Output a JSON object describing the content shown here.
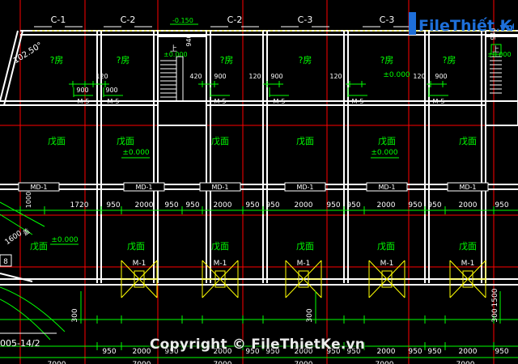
{
  "drawing": {
    "window_labels": [
      "C-1",
      "C-2",
      "C-2",
      "C-3",
      "C-3"
    ],
    "elev_top": "-0.150",
    "dim_940": "940",
    "up_mark": "上",
    "elev_left_stair": "±0.000",
    "dim_102": "102.50°",
    "room_label": "?房",
    "elev_room": "±0.000",
    "dim_120": "120",
    "dim_900": "900",
    "dim_420": "420",
    "door_m5": "M-5",
    "floor_label": "戊面",
    "elev_floor": "±0.000",
    "door_md1": "MD-1",
    "dim_1000": "1000",
    "dim_1720": "1720",
    "dim_950": "950",
    "dim_2000": "2000",
    "dim_1600": "1600",
    "dim_1600_suffix": "盖",
    "door_m1": "M-1",
    "dim_300": "300",
    "dim_1500": "1500",
    "dim_7000": "7000",
    "dim_8": "8",
    "ref_code": "005-14/2"
  },
  "watermark": {
    "logo_text_left": "File",
    "logo_text_right": "Thiết Kế",
    "logo_domain": ".vn",
    "copyright": "Copyright © FileThietKe.vn"
  },
  "colors": {
    "background": "#000000",
    "wall": "#ffffff",
    "text_green": "#00ff00",
    "text_white": "#ffffff",
    "grid_red": "#ff0000",
    "door_yellow": "#ffff00",
    "dim_green": "#00ff00",
    "logo_blue": "#1e6fd9",
    "logo_red": "#e02020"
  }
}
